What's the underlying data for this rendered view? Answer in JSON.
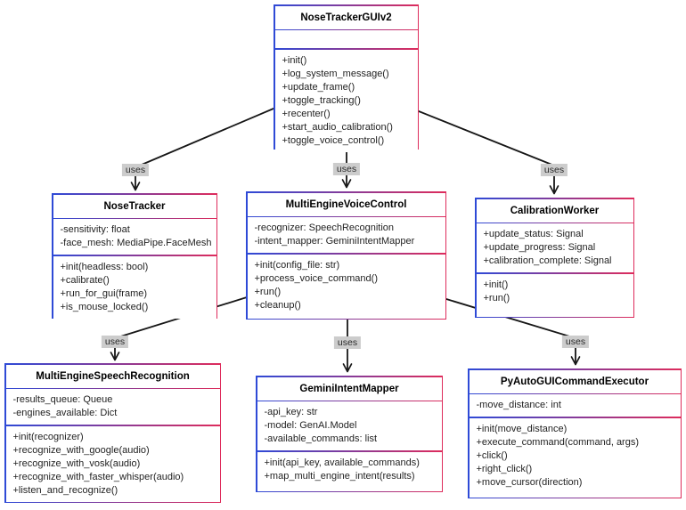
{
  "diagram": {
    "type": "uml-class-diagram",
    "classes": [
      {
        "name": "NoseTrackerGUIv2",
        "attributes": [],
        "methods": [
          "+init()",
          "+log_system_message()",
          "+update_frame()",
          "+toggle_tracking()",
          "+recenter()",
          "+start_audio_calibration()",
          "+toggle_voice_control()"
        ]
      },
      {
        "name": "NoseTracker",
        "attributes": [
          "-sensitivity: float",
          "-face_mesh: MediaPipe.FaceMesh"
        ],
        "methods": [
          "+init(headless: bool)",
          "+calibrate()",
          "+run_for_gui(frame)",
          "+is_mouse_locked()"
        ]
      },
      {
        "name": "MultiEngineVoiceControl",
        "attributes": [
          "-recognizer: SpeechRecognition",
          "-intent_mapper: GeminiIntentMapper"
        ],
        "methods": [
          "+init(config_file: str)",
          "+process_voice_command()",
          "+run()",
          "+cleanup()"
        ]
      },
      {
        "name": "CalibrationWorker",
        "attributes": [
          "+update_status: Signal",
          "+update_progress: Signal",
          "+calibration_complete: Signal"
        ],
        "methods": [
          "+init()",
          "+run()"
        ]
      },
      {
        "name": "MultiEngineSpeechRecognition",
        "attributes": [
          "-results_queue: Queue",
          "-engines_available: Dict"
        ],
        "methods": [
          "+init(recognizer)",
          "+recognize_with_google(audio)",
          "+recognize_with_vosk(audio)",
          "+recognize_with_faster_whisper(audio)",
          "+listen_and_recognize()"
        ]
      },
      {
        "name": "GeminiIntentMapper",
        "attributes": [
          "-api_key: str",
          "-model: GenAI.Model",
          "-available_commands: list"
        ],
        "methods": [
          "+init(api_key, available_commands)",
          "+map_multi_engine_intent(results)"
        ]
      },
      {
        "name": "PyAutoGUICommandExecutor",
        "attributes": [
          "-move_distance: int"
        ],
        "methods": [
          "+init(move_distance)",
          "+execute_command(command, args)",
          "+click()",
          "+right_click()",
          "+move_cursor(direction)"
        ]
      }
    ],
    "edges": [
      {
        "from": "NoseTrackerGUIv2",
        "to": "NoseTracker",
        "label": "uses"
      },
      {
        "from": "NoseTrackerGUIv2",
        "to": "MultiEngineVoiceControl",
        "label": "uses"
      },
      {
        "from": "NoseTrackerGUIv2",
        "to": "CalibrationWorker",
        "label": "uses"
      },
      {
        "from": "MultiEngineVoiceControl",
        "to": "MultiEngineSpeechRecognition",
        "label": "uses"
      },
      {
        "from": "MultiEngineVoiceControl",
        "to": "GeminiIntentMapper",
        "label": "uses"
      },
      {
        "from": "MultiEngineVoiceControl",
        "to": "PyAutoGUICommandExecutor",
        "label": "uses"
      }
    ]
  },
  "colors": {
    "border_start": "#2e4ad7",
    "border_end": "#de2c5c",
    "edge": "#161616",
    "label_bg": "#cccccc"
  }
}
